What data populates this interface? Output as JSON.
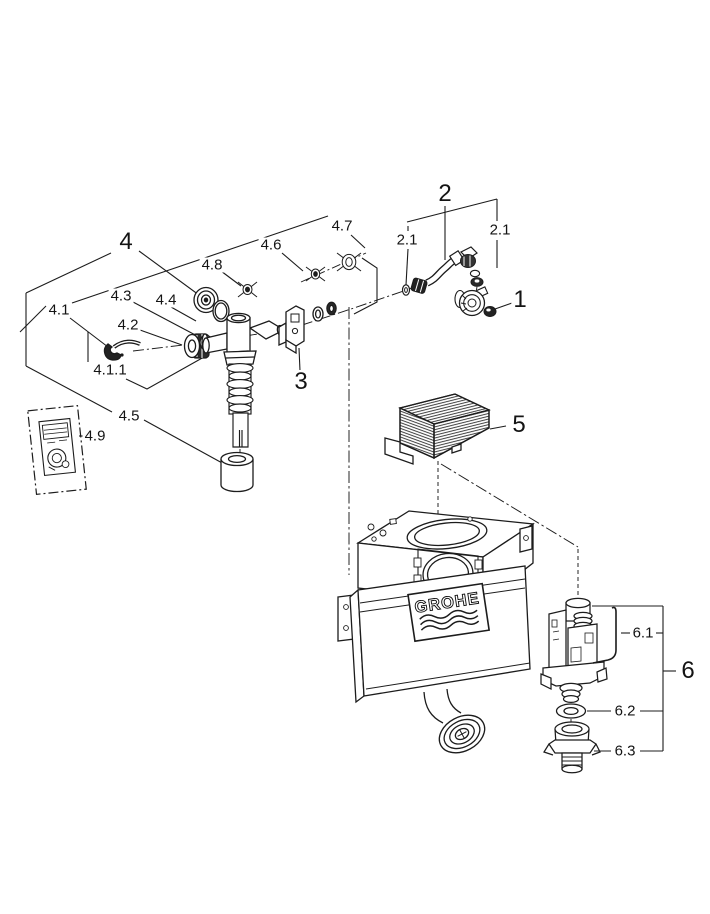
{
  "diagram": {
    "type": "exploded-parts-diagram",
    "background_color": "#ffffff",
    "line_color": "#1c1c1c",
    "tank": {
      "logo_text": "GROHE"
    },
    "labels": [
      {
        "id": "part-1",
        "text": "1"
      },
      {
        "id": "part-2",
        "text": "2"
      },
      {
        "id": "part-2-1-left",
        "text": "2.1"
      },
      {
        "id": "part-2-1-right",
        "text": "2.1"
      },
      {
        "id": "part-3",
        "text": "3"
      },
      {
        "id": "part-4",
        "text": "4"
      },
      {
        "id": "part-4-1",
        "text": "4.1"
      },
      {
        "id": "part-4-1-1",
        "text": "4.1.1"
      },
      {
        "id": "part-4-2",
        "text": "4.2"
      },
      {
        "id": "part-4-3",
        "text": "4.3"
      },
      {
        "id": "part-4-4",
        "text": "4.4"
      },
      {
        "id": "part-4-5",
        "text": "4.5"
      },
      {
        "id": "part-4-6",
        "text": "4.6"
      },
      {
        "id": "part-4-7",
        "text": "4.7"
      },
      {
        "id": "part-4-8",
        "text": "4.8"
      },
      {
        "id": "part-4-9",
        "text": "4.9"
      },
      {
        "id": "part-5",
        "text": "5"
      },
      {
        "id": "part-6",
        "text": "6"
      },
      {
        "id": "part-6-1",
        "text": "6.1"
      },
      {
        "id": "part-6-2",
        "text": "6.2"
      },
      {
        "id": "part-6-3",
        "text": "6.3"
      }
    ]
  }
}
